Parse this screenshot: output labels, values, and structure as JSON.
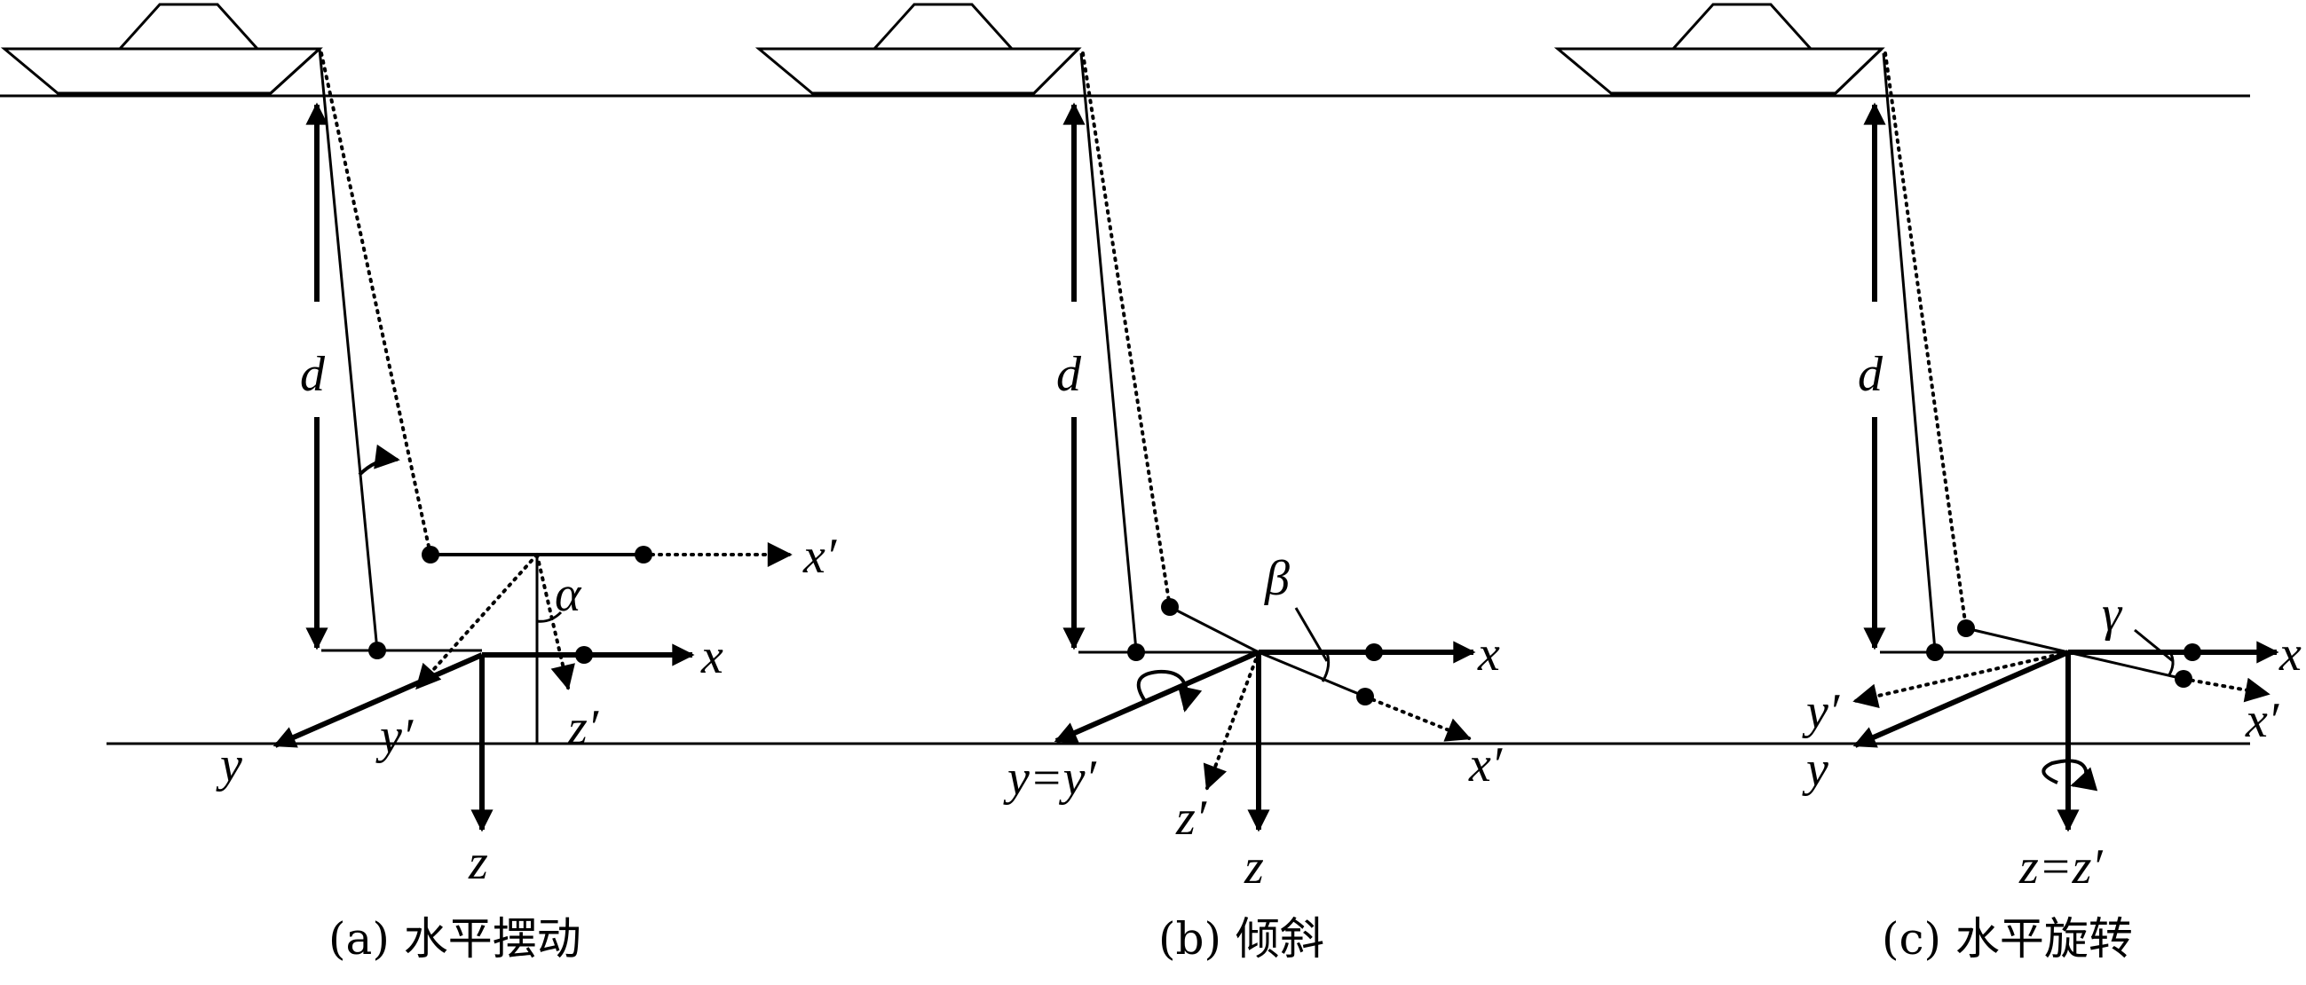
{
  "panels": [
    {
      "caption": "(a)  水平摆动",
      "labels": {
        "d": "d",
        "angle": "α",
        "x": "x",
        "x_prime": "x′",
        "y": "y",
        "y_prime": "y′",
        "z": "z",
        "z_prime": "z′"
      }
    },
    {
      "caption": "(b)  倾斜",
      "labels": {
        "d": "d",
        "angle": "β",
        "x": "x",
        "x_prime": "x′",
        "y": "y=y′",
        "z": "z",
        "z_prime": "z′"
      }
    },
    {
      "caption": "(c)  水平旋转",
      "labels": {
        "d": "d",
        "angle": "γ",
        "x": "x",
        "x_prime": "x′",
        "y": "y",
        "y_prime": "y′",
        "z": "z=z′"
      }
    }
  ]
}
